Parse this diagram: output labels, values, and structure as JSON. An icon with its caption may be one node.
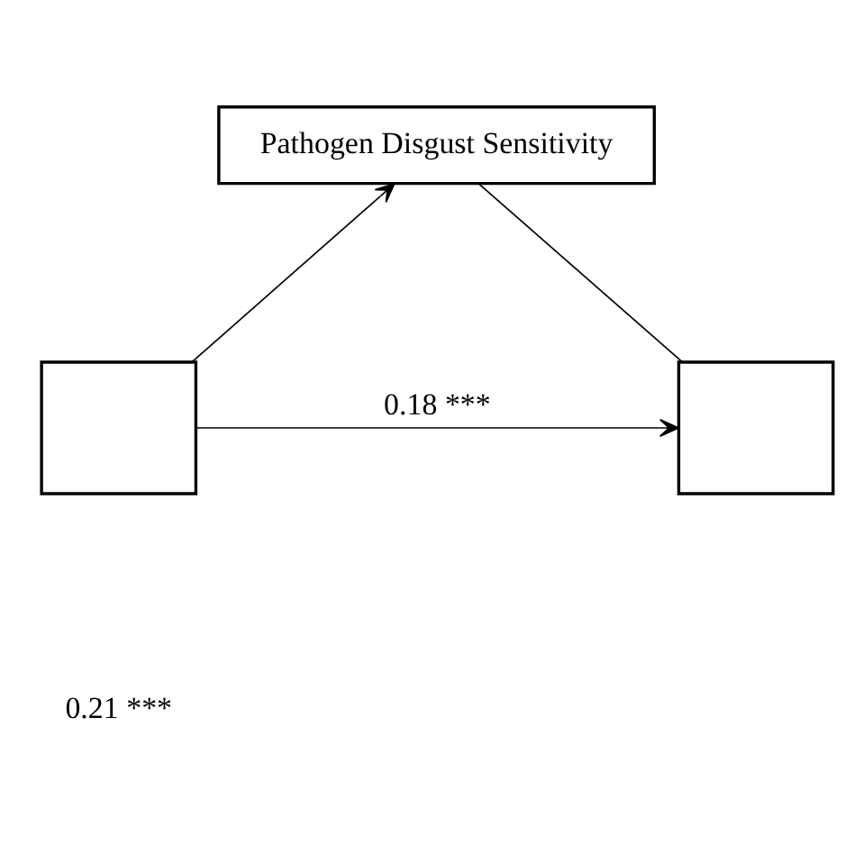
{
  "diagram": {
    "nodes": [
      {
        "text": [
          "Pathogen Disgust Sensitivity"
        ]
      },
      {
        "text": [],
        "shape": "box"
      },
      {
        "text": [],
        "shape": "box"
      }
    ],
    "edges": [
      {
        "from": 1,
        "to": 0,
        "arrow": "to"
      },
      {
        "from": 0,
        "to": 2,
        "arrow": "none"
      },
      {
        "from": 1,
        "to": 2,
        "arrow": "to",
        "label": "0.18 ***"
      }
    ],
    "labels": [
      "0.21 ***"
    ]
  }
}
